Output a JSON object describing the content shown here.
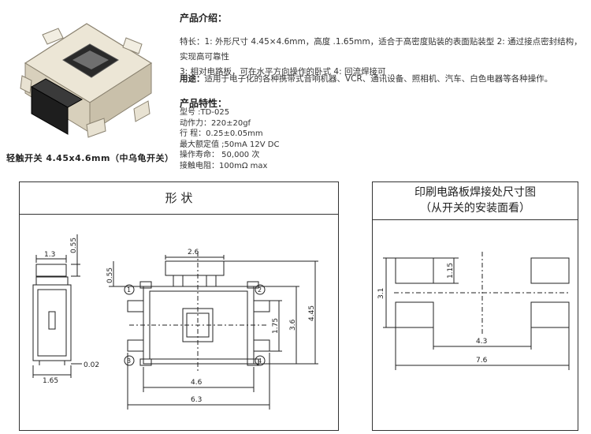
{
  "product": {
    "caption": "轻触开关 4.45x4.6mm（中乌龟开关）"
  },
  "intro": {
    "title": "产品介绍：",
    "features_label": "特长：",
    "features_line1": "1: 外形尺寸 4.45×4.6mm，高度 .1.65mm，适合于高密度贴装的表面贴装型  2: 通过接点密封结构，实现高可靠性",
    "features_line2": "3: 相对电路板，可在水平方向操作的卧式  4: 回流焊接可",
    "usage_label": "用途：",
    "usage_text": "适用于电子化的各种携带式音响机器、VCR、通讯设备、照相机、汽车、白色电器等各种操作。"
  },
  "specs": {
    "title": "产品特性：",
    "rows": [
      "型号 :TD-025",
      "动作力：220±20gf",
      "行  程：0.25±0.05mm",
      "最大额定值 ;50mA  12V DC",
      "操作寿命：  50,000 次",
      "接触电阻：100mΩ  max"
    ]
  },
  "shape_panel": {
    "title": "形      状",
    "dims": {
      "d_1_3": "1.3",
      "d_0_55_side": "0.55",
      "d_0_02": "0.02",
      "d_1_65": "1.65",
      "d_2_6": "2.6",
      "d_0_55_top": "0.55",
      "d_1_75": "1.75",
      "d_3_6": "3.6",
      "d_4_45": "4.45",
      "d_4_6": "4.6",
      "d_6_3": "6.3"
    },
    "pins": [
      "1",
      "2",
      "3",
      "4"
    ]
  },
  "pcb_panel": {
    "title_line1": "印刷电路板焊接处尺寸图",
    "title_line2": "（从开关的安装面看）",
    "dims": {
      "d_1_15": "1.15",
      "d_3_1": "3.1",
      "d_4_3": "4.3",
      "d_7_6": "7.6"
    }
  }
}
